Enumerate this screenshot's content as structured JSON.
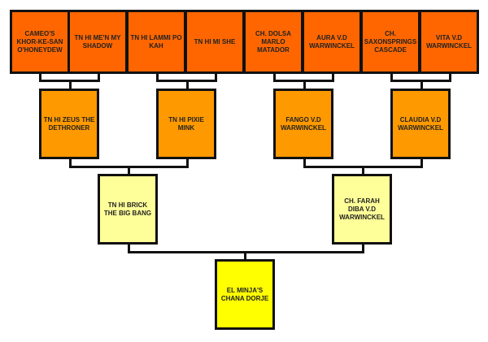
{
  "title": "Pedigree chart",
  "colors": {
    "great_grandparents": "#FF6600",
    "grandparents": "#FF9900",
    "parents": "#FFFF99",
    "subject": "#FFFF00",
    "border": "#111111"
  },
  "subject": {
    "name": "EL MINJA'S CHANA DORJE"
  },
  "parents": [
    {
      "name": "TN HI BRICK THE BIG BANG"
    },
    {
      "name": "CH. FARAH DIBA V.D WARWINCKEL"
    }
  ],
  "grandparents": [
    {
      "name": "TN HI ZEUS THE DETHRONER"
    },
    {
      "name": "TN HI PIXIE MINK"
    },
    {
      "name": "FANGO V.D WARWINCKEL"
    },
    {
      "name": "CLAUDIA V.D WARWINCKEL"
    }
  ],
  "great_grandparents": [
    {
      "name": "CAMEO'S KHOR-KE-SAN O'HONEYDEW"
    },
    {
      "name": "TN HI ME'N MY SHADOW"
    },
    {
      "name": "TN HI LAMMI PO KAH"
    },
    {
      "name": "TN HI MI SHE"
    },
    {
      "name": "CH. DOLSA MARLO MATADOR"
    },
    {
      "name": "AURA V.D WARWINCKEL"
    },
    {
      "name": "CH. SAXONSPRINGS CASCADE"
    },
    {
      "name": "VITA V.D WARWINCKEL"
    }
  ]
}
